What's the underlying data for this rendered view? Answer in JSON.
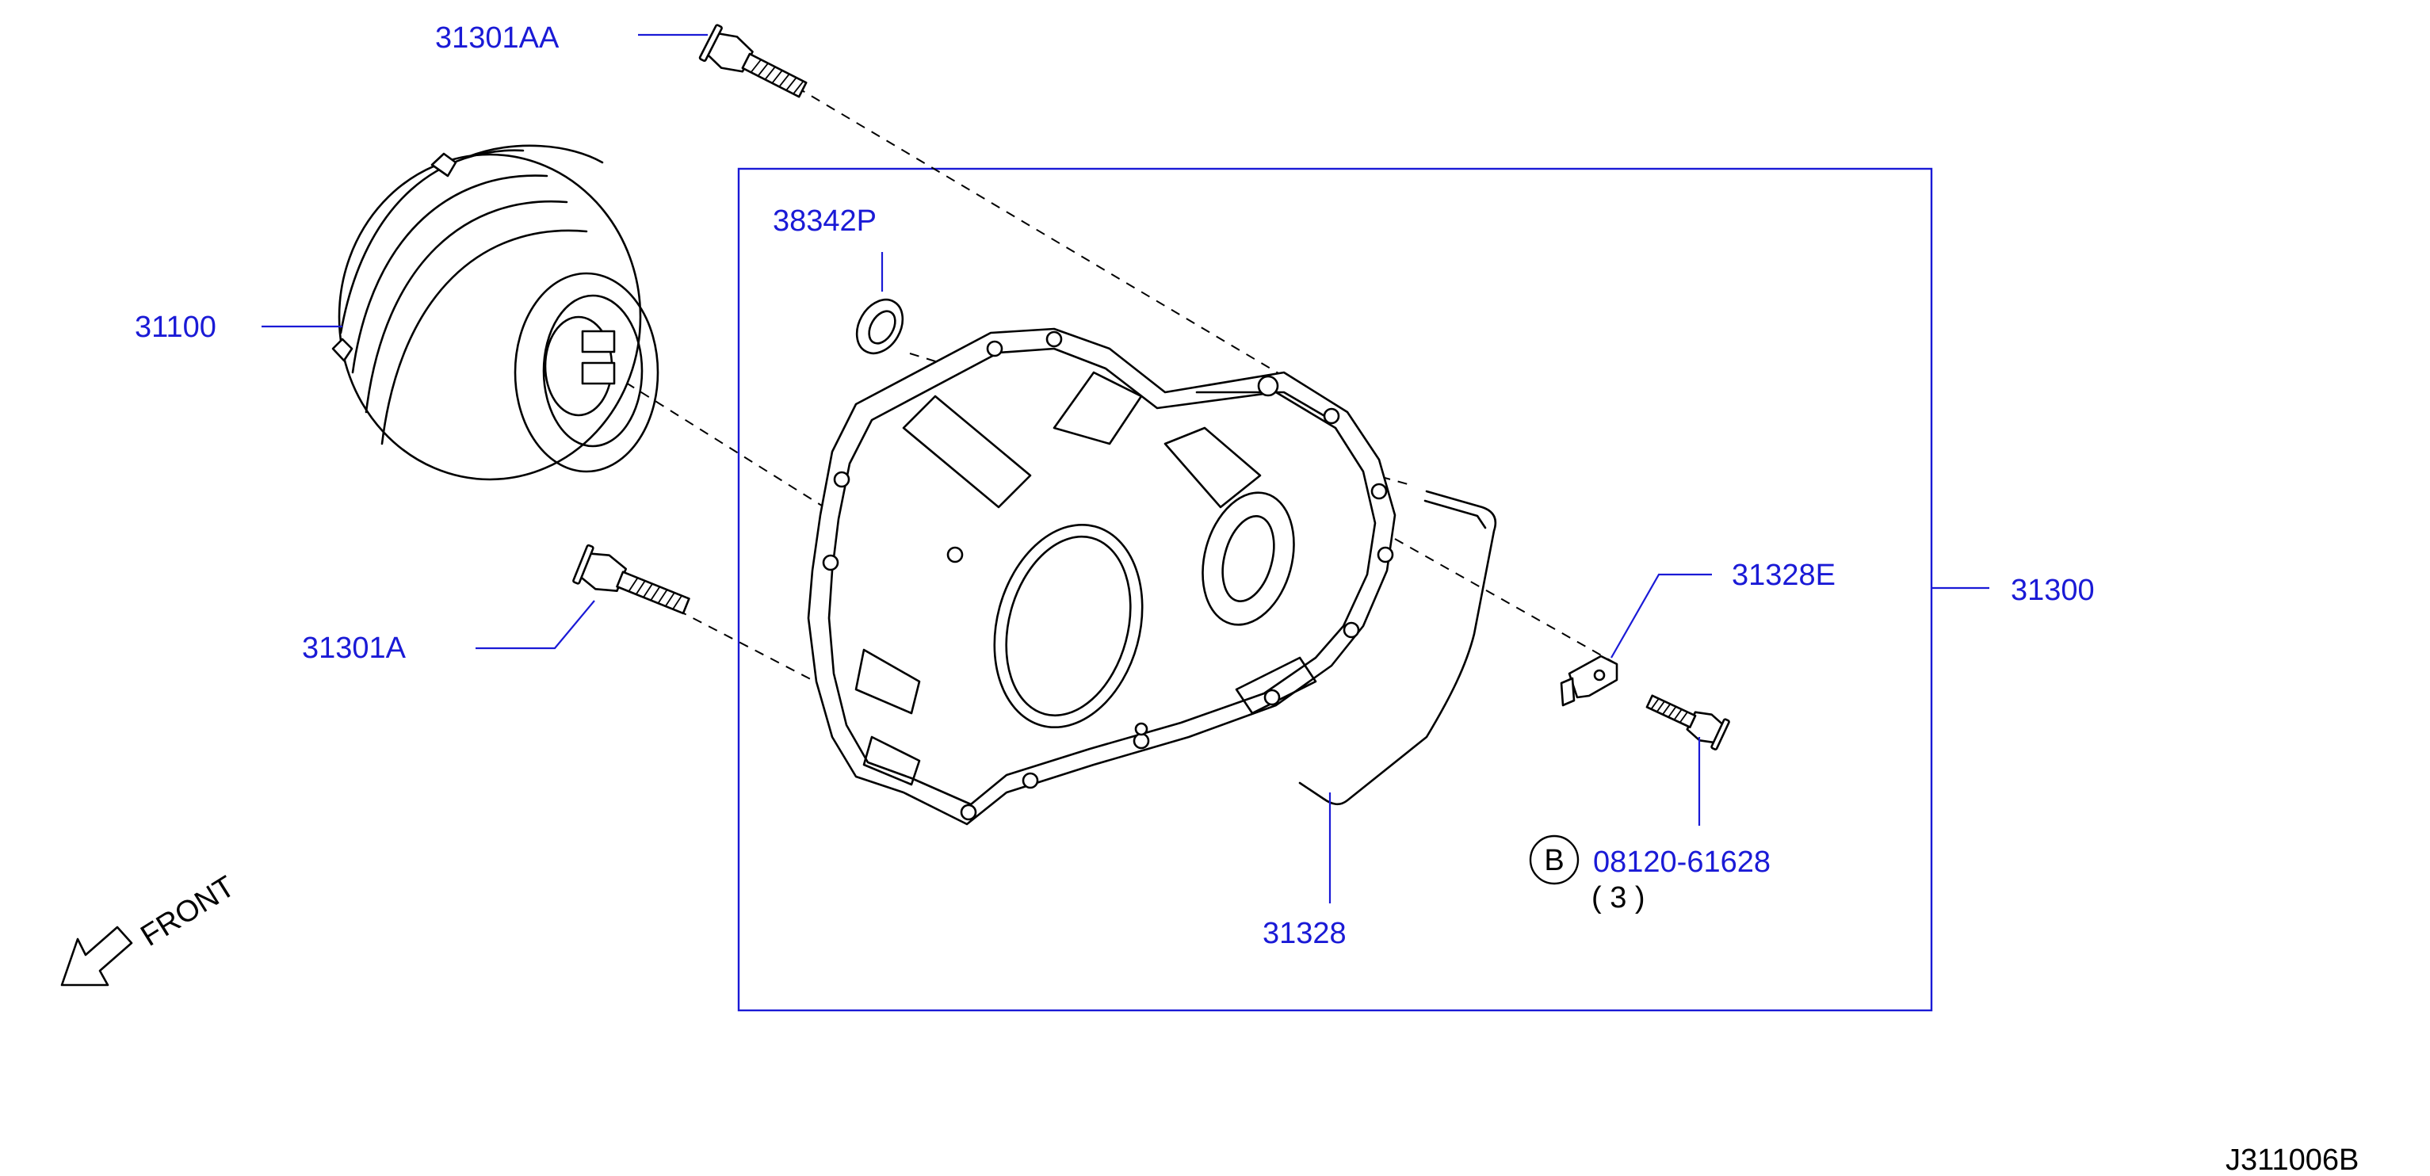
{
  "parts": {
    "p31301AA": "31301AA",
    "p31100": "31100",
    "p31301A": "31301A",
    "p38342P": "38342P",
    "p31328E": "31328E",
    "p31300": "31300",
    "p31328": "31328",
    "p08120": "08120-61628"
  },
  "bolt_callout": {
    "symbol": "B",
    "quantity": "( 3 )"
  },
  "front_indicator": "FRONT",
  "diagram_code": "J311006B",
  "colors": {
    "label": "#1a1ad6",
    "line": "#000000"
  }
}
